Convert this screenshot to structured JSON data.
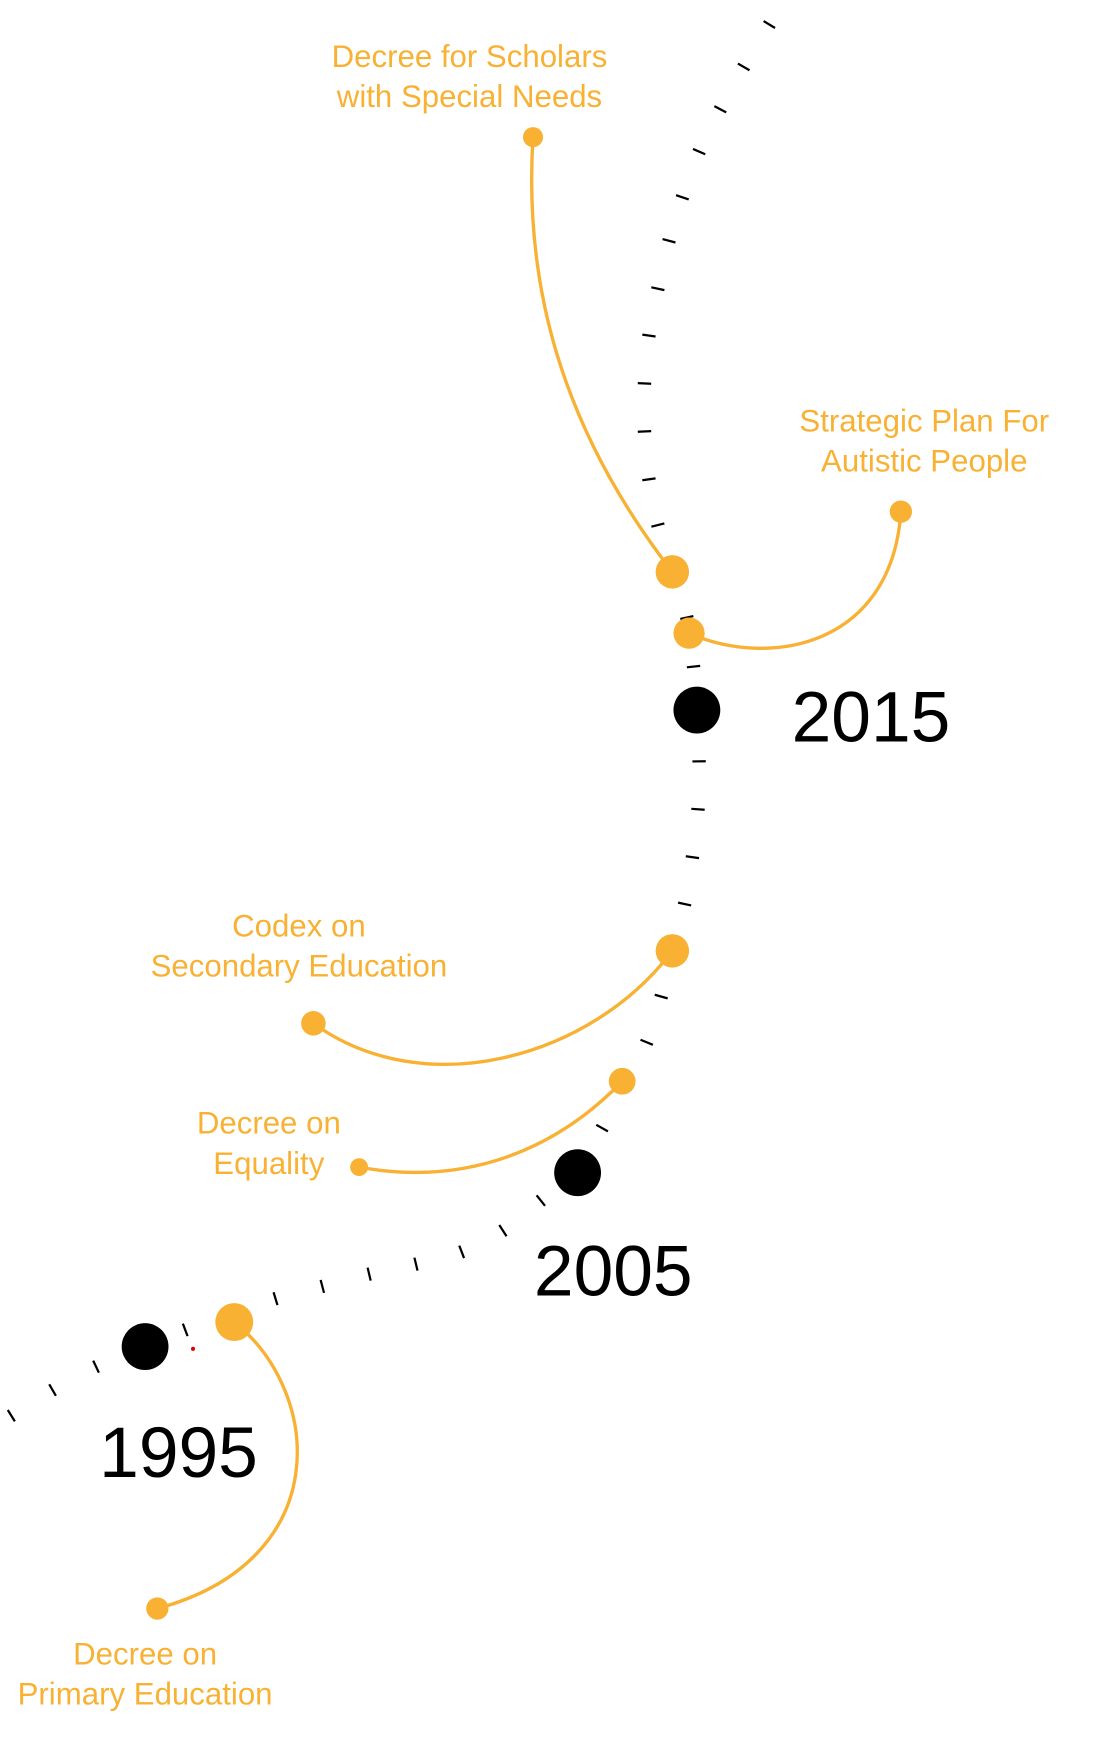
{
  "colors": {
    "accent": "#F8B133",
    "timeline": "#000000",
    "marker": "#E00000"
  },
  "years": [
    {
      "label": "1995"
    },
    {
      "label": "2005"
    },
    {
      "label": "2015"
    }
  ],
  "events": [
    {
      "line1": "Decree for Scholars",
      "line2": "with Special Needs"
    },
    {
      "line1": "Strategic Plan For",
      "line2": "Autistic People"
    },
    {
      "line1": "Codex on",
      "line2": "Secondary Education"
    },
    {
      "line1": "Decree on",
      "line2": "Equality"
    },
    {
      "line1": "Decree on",
      "line2": "Primary Education"
    }
  ]
}
